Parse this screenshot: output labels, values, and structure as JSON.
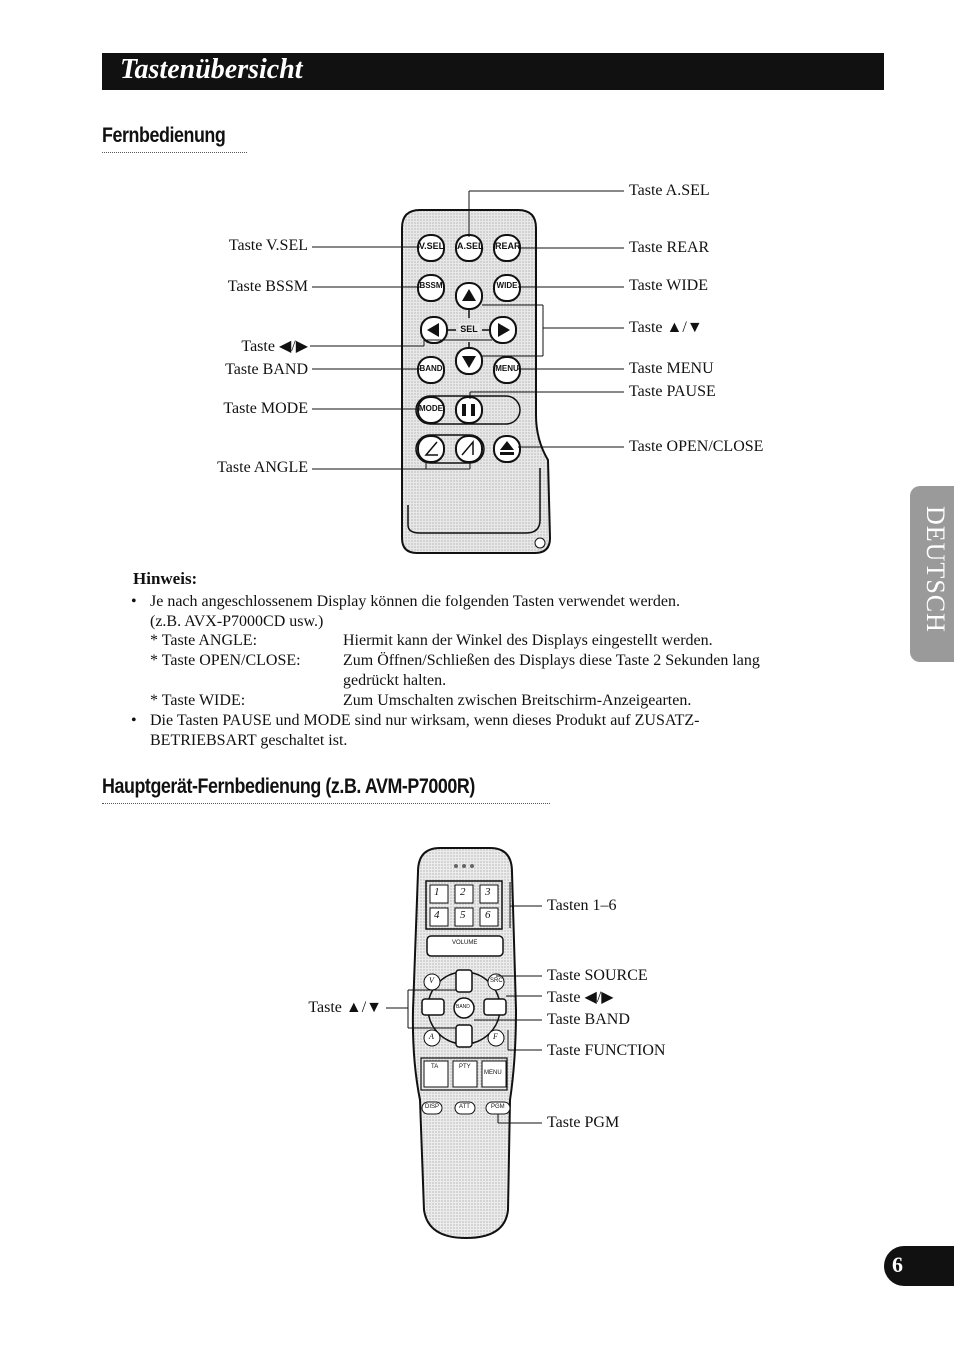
{
  "header": {
    "title": "Tastenübersicht"
  },
  "section1": {
    "heading": "Fernbedienung",
    "labels_left": {
      "vsel": "Taste V.SEL",
      "bssm": "Taste BSSM",
      "lr": "Taste ◀/▶",
      "band": "Taste BAND",
      "mode": "Taste MODE",
      "angle": "Taste ANGLE"
    },
    "labels_right": {
      "asel": "Taste A.SEL",
      "rear": "Taste REAR",
      "wide": "Taste WIDE",
      "ud": "Taste ▲/▼",
      "menu": "Taste MENU",
      "pause": "Taste PAUSE",
      "openclose": "Taste OPEN/CLOSE"
    },
    "remote_buttons": {
      "vsel": "V.SEL",
      "asel": "A.SEL",
      "rear": "REAR",
      "bssm": "BSSM",
      "wide": "WIDE",
      "sel": "SEL",
      "band": "BAND",
      "menu": "MENU",
      "mode": "MODE"
    }
  },
  "hinweis": {
    "title": "Hinweis:",
    "bullet1": "Je nach angeschlossenem Display können die folgenden Tasten verwendet werden.",
    "bullet1_cont": "(z.B. AVX-P7000CD usw.)",
    "items": [
      {
        "key": "*  Taste ANGLE:",
        "desc": "Hiermit kann der Winkel des Displays eingestellt werden."
      },
      {
        "key": "*  Taste OPEN/CLOSE:",
        "desc": "Zum Öffnen/Schließen des Displays diese Taste 2 Sekunden lang",
        "desc2": "gedrückt halten."
      },
      {
        "key": "*  Taste WIDE:",
        "desc": "Zum Umschalten zwischen Breitschirm-Anzeigearten."
      }
    ],
    "bullet2": "Die Tasten PAUSE und MODE sind nur wirksam, wenn dieses Produkt auf ZUSATZ-",
    "bullet2_cont": "BETRIEBSART geschaltet ist."
  },
  "section2": {
    "heading": "Hauptgerät-Fernbedienung (z.B. AVM-P7000R)",
    "labels": {
      "keys16": "Tasten 1–6",
      "source": "Taste SOURCE",
      "lr": "Taste ◀/▶",
      "band": "Taste BAND",
      "function": "Taste FUNCTION",
      "pgm": "Taste PGM",
      "ud": "Taste ▲/▼"
    },
    "remote2_buttons": {
      "n1": "1",
      "n2": "2",
      "n3": "3",
      "n4": "4",
      "n5": "5",
      "n6": "6",
      "volume": "VOLUME",
      "src": "SRC",
      "band": "BAND",
      "ta": "TA",
      "pty": "PTY",
      "menu": "MENU",
      "disp": "DISP",
      "att": "ATT",
      "pgm": "PGM",
      "v": "V",
      "a": "A",
      "f": "F"
    }
  },
  "side_tab": {
    "text": "DEUTSCH"
  },
  "page_number": "6"
}
